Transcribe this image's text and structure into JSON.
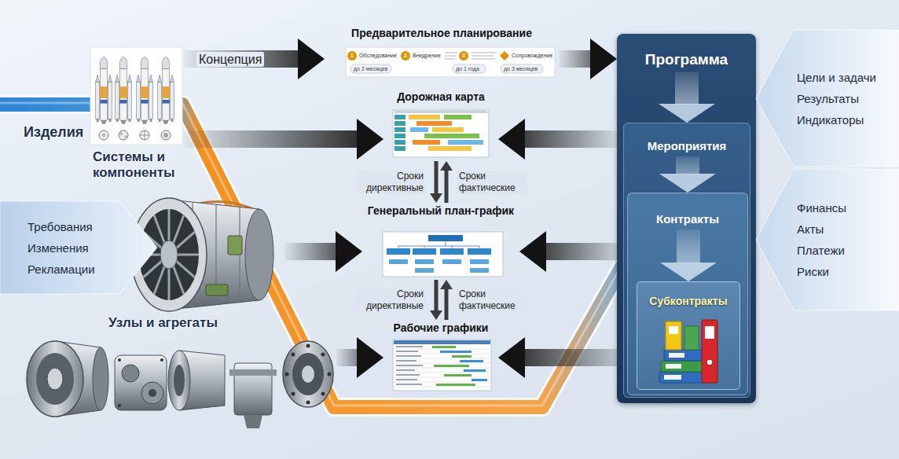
{
  "diagram": {
    "nodes": [
      {
        "text": [
          "Изделия"
        ]
      },
      {
        "text": [
          "Системы и компоненты"
        ]
      },
      {
        "text": [
          "Требования",
          "Изменения",
          "Рекламации"
        ]
      },
      {
        "text": [
          "Узлы и агрегаты"
        ]
      },
      {
        "text": [
          "Предварительное планирование"
        ]
      },
      {
        "text": [
          "Дорожная карта"
        ]
      },
      {
        "text": [
          "Генеральный план-график"
        ]
      },
      {
        "text": [
          "Рабочие графики"
        ]
      },
      {
        "text": [
          "Программа"
        ]
      },
      {
        "text": [
          "Мероприятия"
        ],
        "in": 8
      },
      {
        "text": [
          "Контракты"
        ],
        "in": 9
      },
      {
        "text": [
          "Субконтракты"
        ],
        "in": 10
      },
      {
        "text": [
          "Цели и задачи",
          "Результаты",
          "Индикаторы"
        ]
      },
      {
        "text": [
          "Финансы",
          "Акты",
          "Платежи",
          "Риски"
        ]
      }
    ],
    "edges": [
      {
        "from": 0,
        "to": 4,
        "arrow": "to",
        "label": "Концепция"
      },
      {
        "from": 4,
        "to": 8,
        "arrow": "to"
      },
      {
        "from": 0,
        "to": 5,
        "arrow": "to"
      },
      {
        "from": 9,
        "to": 5,
        "arrow": "to"
      },
      {
        "from": 5,
        "to": 6,
        "arrow": "to",
        "label": "Сроки директивные"
      },
      {
        "from": 6,
        "to": 5,
        "arrow": "to",
        "label": "Сроки фактические"
      },
      {
        "from": 1,
        "to": 6,
        "arrow": "to"
      },
      {
        "from": 10,
        "to": 6,
        "arrow": "to"
      },
      {
        "from": 6,
        "to": 7,
        "arrow": "to",
        "label": "Сроки директивные"
      },
      {
        "from": 7,
        "to": 6,
        "arrow": "to",
        "label": "Сроки фактические"
      },
      {
        "from": 3,
        "to": 7,
        "arrow": "to"
      },
      {
        "from": 11,
        "to": 7,
        "arrow": "to"
      },
      {
        "from": 8,
        "to": 9,
        "arrow": "to"
      },
      {
        "from": 9,
        "to": 10,
        "arrow": "to"
      },
      {
        "from": 10,
        "to": 11,
        "arrow": "to"
      }
    ],
    "labels": [
      "1",
      "Обследование",
      "2",
      "Внедрение",
      "3",
      "Сопровождение",
      "до 2 месяцев",
      "до 1 года",
      "до 3 месяцев"
    ]
  }
}
